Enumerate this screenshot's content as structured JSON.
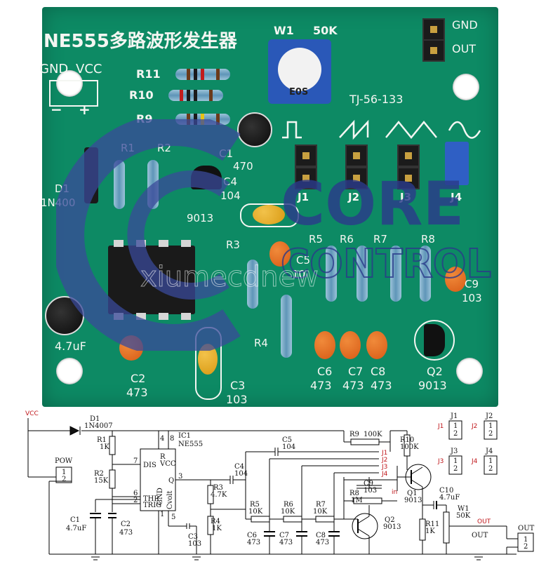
{
  "board": {
    "title": "NE555多路波形发生器",
    "gnd": "GND",
    "vcc": "VCC",
    "minus": "−",
    "plus": "+",
    "w1": "W1",
    "w1_value": "50K",
    "pot_mark": "E0S",
    "model": "TJ-56-133",
    "out_gnd": "GND",
    "out_out": "OUT",
    "r11": "R11",
    "r10": "R10",
    "r9": "R9",
    "r1": "R1",
    "r2": "R2",
    "r3": "R3",
    "r4": "R4",
    "r5": "R5",
    "r6": "R6",
    "r7": "R7",
    "r8": "R8",
    "c1_label": "C1",
    "c1_value": "4.7uF",
    "c10_label": "C1",
    "c10_value": "470",
    "c4_label": "C4",
    "c4_value": "104",
    "c5_label": "C5",
    "c5_value": "10",
    "c9_label": "C9",
    "c9_value": "103",
    "c2_label": "C2",
    "c2_value": "473",
    "c3_label": "C3",
    "c3_value": "103",
    "c6_label": "C6",
    "c6_value": "473",
    "c7_label": "C7",
    "c7_value": "473",
    "c8_label": "C8",
    "c8_value": "473",
    "d1_label": "D1",
    "d1_value": "1N400",
    "q1_value": "9013",
    "q2_label": "Q2",
    "q2_value": "9013",
    "j1": "J1",
    "j2": "J2",
    "j3": "J3",
    "j4": "J4"
  },
  "watermark": {
    "line1": "CORE",
    "line2": "CONTROL",
    "small": "xiumecdnew"
  },
  "schematic": {
    "vcc": "VCC",
    "d1": "D1",
    "d1_value": "1N4007",
    "r1": "R1",
    "r1_value": "1K",
    "r2": "R2",
    "r2_value": "15K",
    "pow": "POW",
    "c1": "C1",
    "c1_value": "4.7uF",
    "c2": "C2",
    "c2_value": "473",
    "ic1": "IC1",
    "ic1_value": "NE555",
    "pin_dis": "DIS",
    "pin_vcc": "VCC",
    "pin_r": "R",
    "pin_q": "Q",
    "pin_thr": "THR",
    "pin_trig": "TRIG",
    "pin_gnd": "GND",
    "pin_cvolt": "Cvolt",
    "c3": "C3",
    "c3_value": "103",
    "c4": "C4",
    "c4_value": "104",
    "c5": "C5",
    "c5_value": "104",
    "r3": "R3",
    "r3_value": "4.7K",
    "r4": "R4",
    "r4_value": "1K",
    "r5": "R5",
    "r5_value": "10K",
    "r6": "R6",
    "r6_value": "10K",
    "r7": "R7",
    "r7_value": "10K",
    "r8": "R8",
    "r8_value": "1M",
    "r9": "R9",
    "r9_value": "100K",
    "r10": "R10",
    "r10_value": "100K",
    "r11": "R11",
    "r11_value": "1K",
    "c6": "C6",
    "c6_value": "473",
    "c7": "C7",
    "c7_value": "473",
    "c8": "C8",
    "c8_value": "473",
    "c9": "C9",
    "c9_value": "103",
    "c10": "C10",
    "c10_value": "4.7uF",
    "q1": "Q1",
    "q1_value": "9013",
    "q2": "Q2",
    "q2_value": "9013",
    "w1": "W1",
    "w1_value": "50K",
    "out": "OUT",
    "out2": "OUT",
    "out3": "OUT",
    "j1": "J1",
    "j2": "J2",
    "j3": "J3",
    "j4": "J4",
    "j1_net": "J1",
    "j2_net": "J2",
    "j3_net": "J3",
    "j4_net": "J4",
    "pin1": "1",
    "pin2": "2",
    "pin_in": "in",
    "n7": "7",
    "n6": "6",
    "n2": "2",
    "n3": "3",
    "n4": "4",
    "n8": "8",
    "n5": "5",
    "n1": "1"
  }
}
